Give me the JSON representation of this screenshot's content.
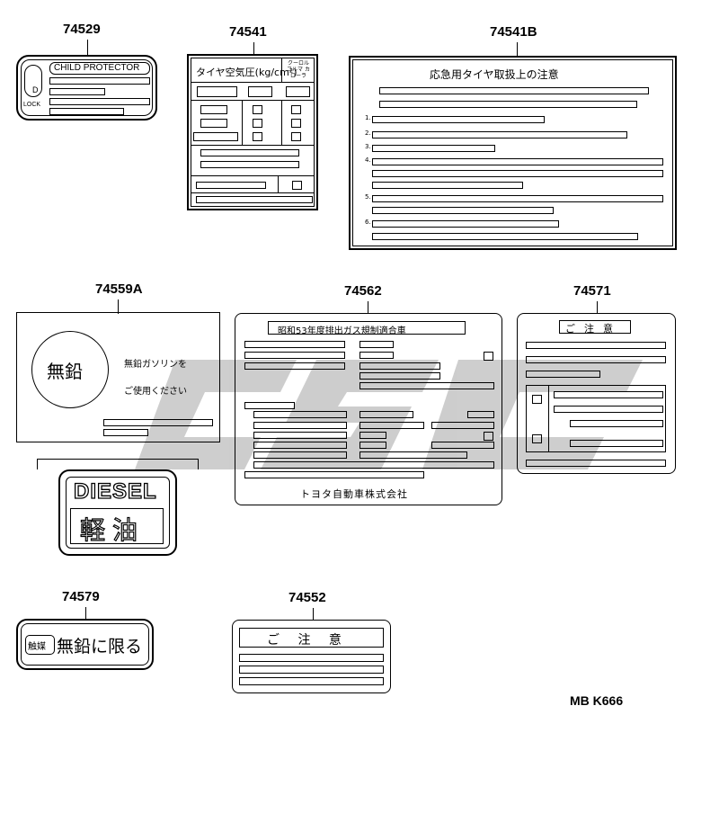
{
  "part_numbers": {
    "p74529": "74529",
    "p74541": "74541",
    "p74541b": "74541B",
    "p74559a": "74559A",
    "p74562": "74562",
    "p74571": "74571",
    "p74579": "74579",
    "p74552": "74552"
  },
  "child_protector": {
    "title": "CHILD PROTECTOR",
    "d": "D",
    "lock": "LOCK"
  },
  "tire_pressure": {
    "title": "タイヤ空気圧(kg/cm²)",
    "col": "クーロル コルマ カローラ"
  },
  "spare_tire": {
    "title": "応急用タイヤ取扱上の注意",
    "items": [
      "1.",
      "2.",
      "3.",
      "4.",
      "5.",
      "6."
    ]
  },
  "unleaded": {
    "circle": "無鉛",
    "line1": "無鉛ガソリンを",
    "line2": "ご使用ください"
  },
  "diesel": {
    "en": "DIESEL",
    "jp": "軽油"
  },
  "emission": {
    "title": "昭和53年度排出ガス規制適合車",
    "maker": "トヨタ自動車株式会社"
  },
  "caution_74571": {
    "title": "ご注意"
  },
  "unleaded_only": {
    "badge": "触媒",
    "text": "無鉛に限る"
  },
  "caution_74552": {
    "title": "ご 注 意"
  },
  "diagram_code": "MB K666"
}
